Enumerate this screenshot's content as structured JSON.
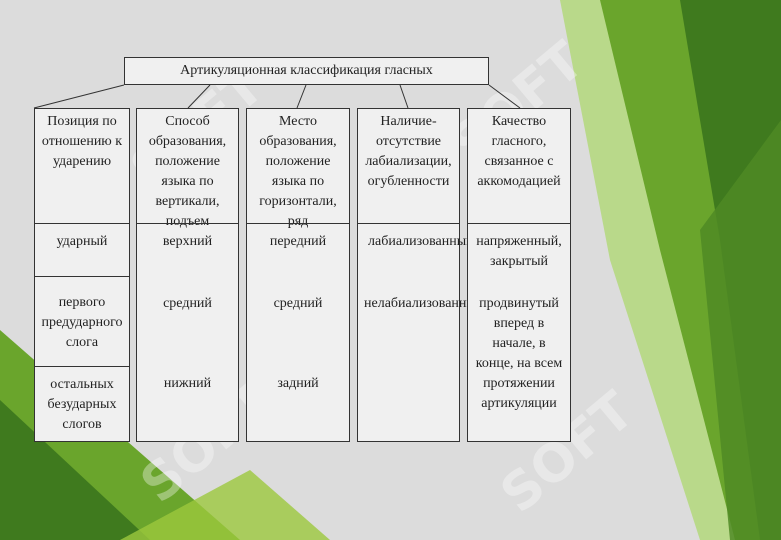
{
  "diagram": {
    "title": "Артикуляционная классификация гласных",
    "columns": [
      {
        "header": "Позиция по отношению к ударению",
        "items": [
          "ударный",
          "первого предударного слога",
          "остальных безударных слогов"
        ]
      },
      {
        "header": "Способ образования, положение языка по вертикали, подъем",
        "items": [
          "верхний",
          "средний",
          "нижний"
        ]
      },
      {
        "header": "Место образования, положение языка по горизонтали, ряд",
        "items": [
          "передний",
          "средний",
          "задний"
        ]
      },
      {
        "header": "Наличие-отсутствие лабиализации, огубленности",
        "items": [
          "лабиализованный",
          "нелабиализованный"
        ]
      },
      {
        "header": "Качество гласного, связанное с аккомодацией",
        "items": [
          "напряженный, закрытый",
          "продвинутый вперед в начале, в конце, на всем протяжении артикуляции"
        ]
      }
    ]
  },
  "colors": {
    "background": "#dcdcdc",
    "green_dark": "#3f7a1e",
    "green_mid": "#6aa52c",
    "green_light": "#9cc83d"
  },
  "watermark": "SOFT"
}
